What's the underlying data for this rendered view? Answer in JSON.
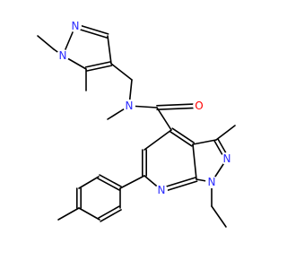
{
  "colors": {
    "bond": "#000000",
    "N": "#2b2bff",
    "O": "#ff0000"
  },
  "atom_labels": {
    "n_pz_a": "N",
    "n_pz_b": "N",
    "n_amide": "N",
    "o_carbonyl": "O",
    "n_pyridine": "N",
    "n_pz_c": "N",
    "n_pz_d": "N"
  }
}
